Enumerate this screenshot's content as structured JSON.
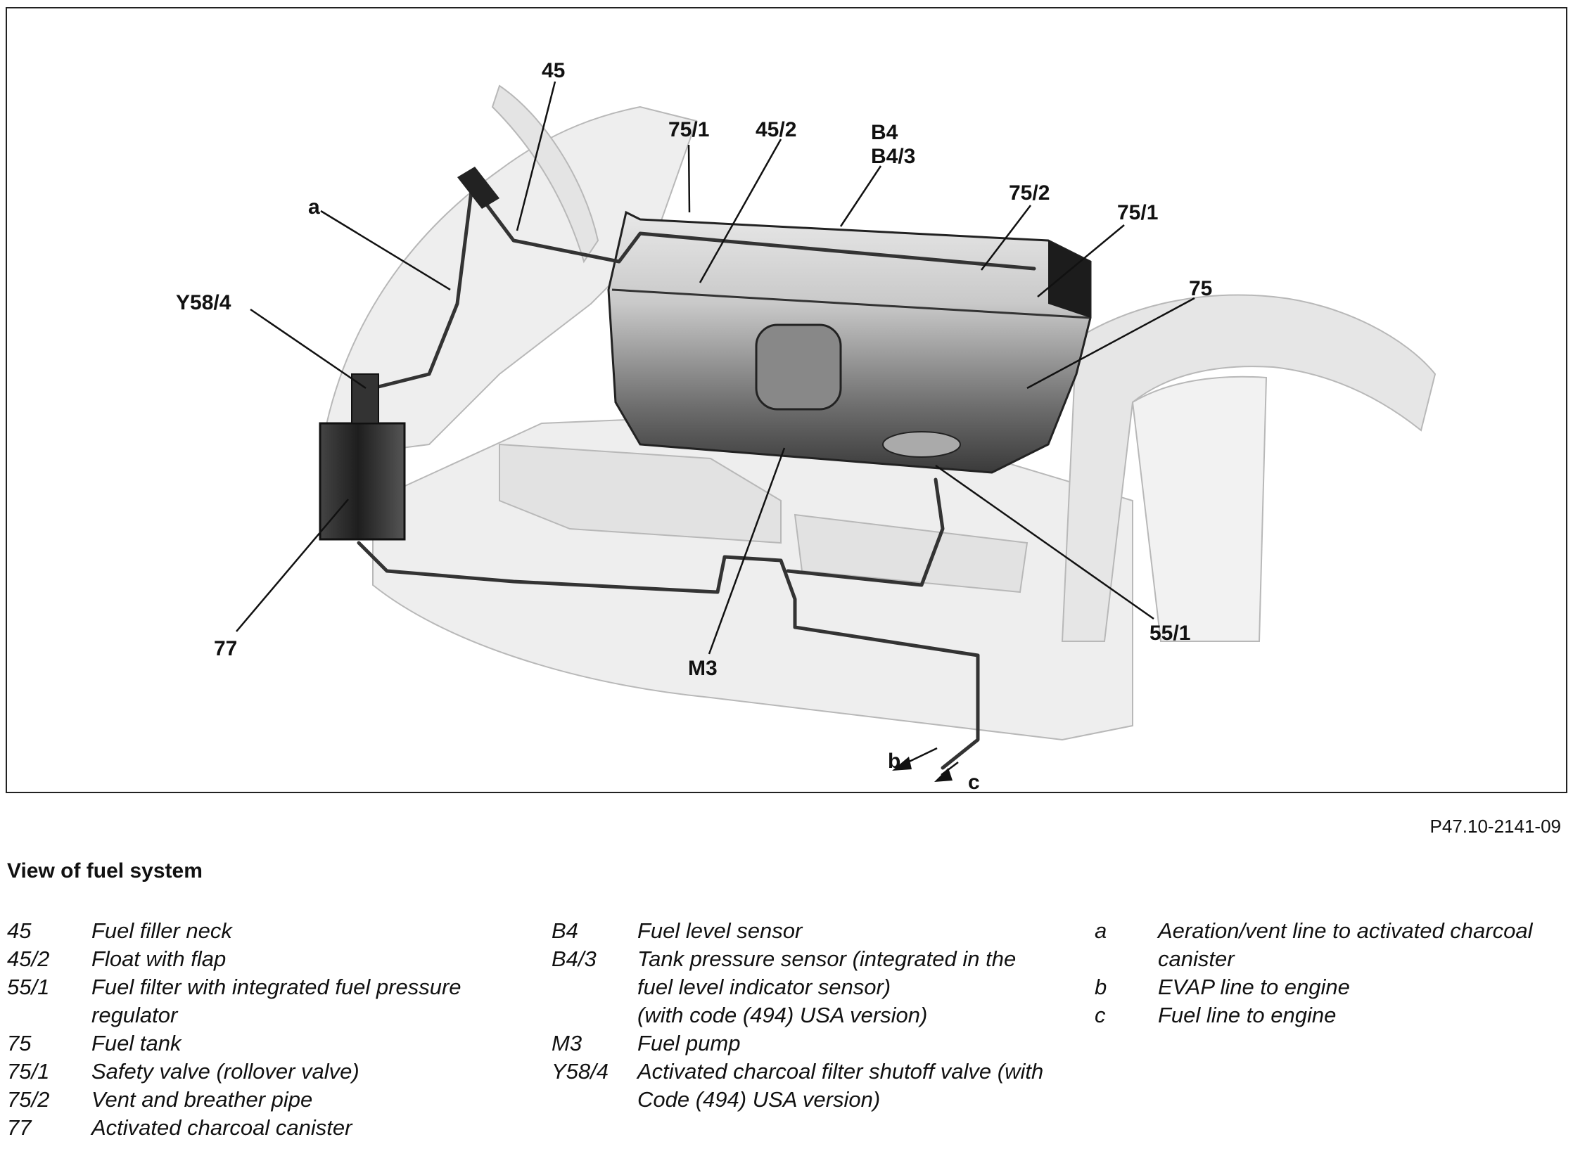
{
  "figure_ref": "P47.10-2141-09",
  "caption": "View of fuel system",
  "callouts": {
    "c45": "45",
    "c75_1_top": "75/1",
    "c45_2": "45/2",
    "cB4": "B4",
    "cB4_3": "B4/3",
    "c75_2": "75/2",
    "c75_1_right": "75/1",
    "c75": "75",
    "ca": "a",
    "cY58_4": "Y58/4",
    "c77": "77",
    "cM3": "M3",
    "c55_1": "55/1",
    "cb": "b",
    "cc": "c"
  },
  "legend": {
    "col1": [
      {
        "code": "45",
        "desc": "Fuel filler neck"
      },
      {
        "code": "45/2",
        "desc": "Float with flap"
      },
      {
        "code": "55/1",
        "desc": "Fuel filter with integrated fuel pressure regulator"
      },
      {
        "code": "75",
        "desc": "Fuel tank"
      },
      {
        "code": "75/1",
        "desc": "Safety valve (rollover valve)"
      },
      {
        "code": "75/2",
        "desc": "Vent and breather pipe"
      },
      {
        "code": "77",
        "desc": "Activated charcoal canister"
      }
    ],
    "col2": [
      {
        "code": "B4",
        "desc": "Fuel level sensor"
      },
      {
        "code": "B4/3",
        "desc": "Tank pressure sensor (integrated in the fuel level indicator sensor)"
      },
      {
        "code": "",
        "desc": "(with code (494) USA version)"
      },
      {
        "code": "M3",
        "desc": "Fuel pump"
      },
      {
        "code": "Y58/4",
        "desc": "Activated charcoal filter shutoff valve (with Code (494) USA version)"
      }
    ],
    "col3": [
      {
        "code": "a",
        "desc": "Aeration/vent line to activated charcoal canister"
      },
      {
        "code": "b",
        "desc": "EVAP line to engine"
      },
      {
        "code": "c",
        "desc": "Fuel line to engine"
      }
    ]
  }
}
